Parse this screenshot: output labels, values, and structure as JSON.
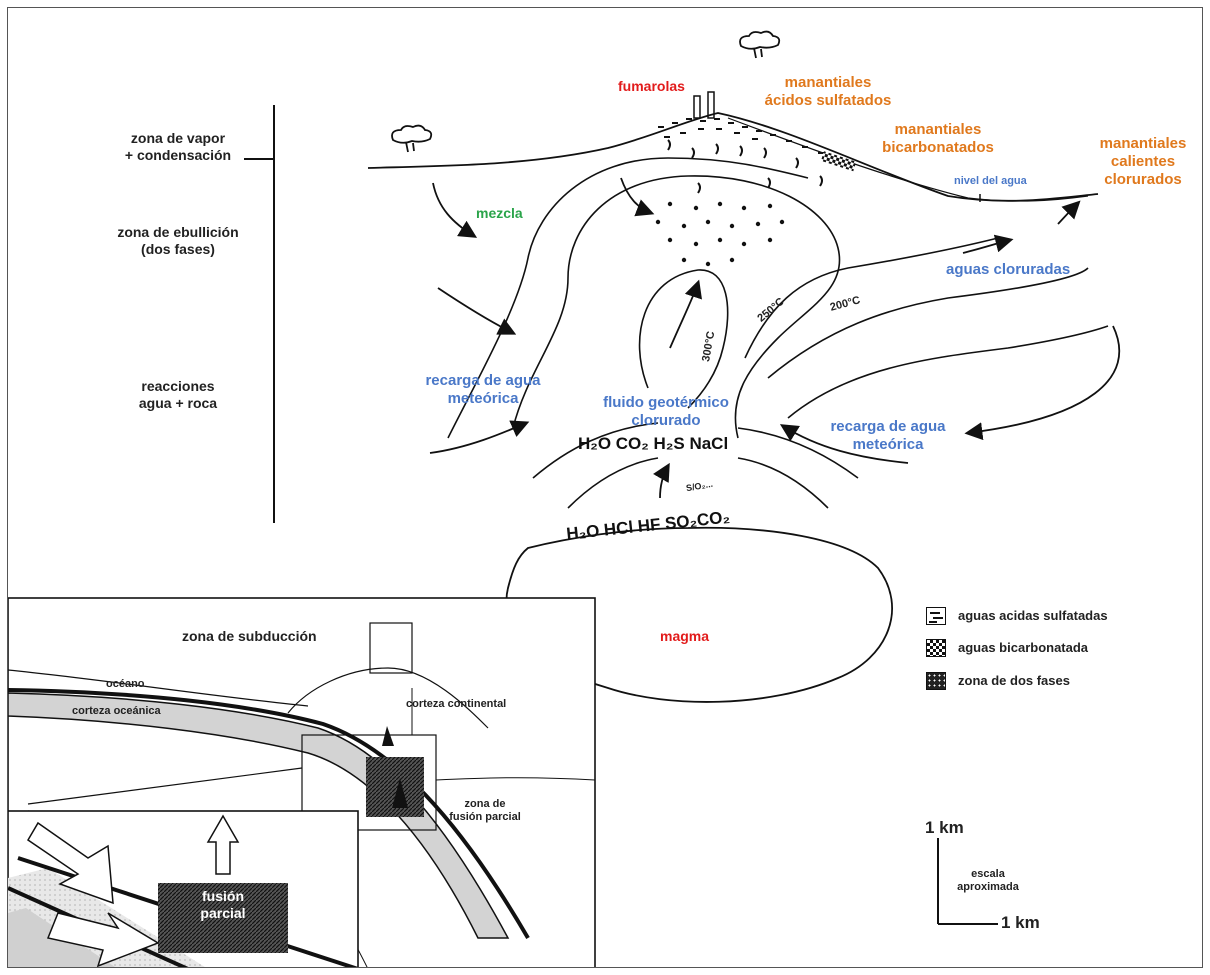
{
  "zones": {
    "vapor": [
      "zona de vapor",
      "+ condensación"
    ],
    "boiling": [
      "zona de ebullición",
      "(dos fases)"
    ],
    "reactions": [
      "reacciones",
      "agua + roca"
    ]
  },
  "surface": {
    "fumarolas": "fumarolas",
    "acid_springs": [
      "manantiales",
      "ácidos sulfatados"
    ],
    "bicarb_springs": [
      "manantiales",
      "bicarbonatados"
    ],
    "hot_springs": [
      "manantiales",
      "calientes",
      "clorurados"
    ],
    "water_level": "nivel del agua"
  },
  "flows": {
    "mezcla": "mezcla",
    "chlorinated": "aguas cloruradas",
    "recharge_left": [
      "recarga de agua",
      "meteórica"
    ],
    "recharge_right": [
      "recarga de agua",
      "meteórica"
    ],
    "geothermal_fluid": [
      "fluido geotérmico",
      "clorurado"
    ]
  },
  "isotherms": [
    "300°C",
    "250°C",
    "200°C"
  ],
  "chemistry": {
    "upper": "H₂O CO₂ H₂S NaCl",
    "lower": "H₂O HCl HF SO₂CO₂",
    "arrow_label": "S/O₂..."
  },
  "magma": "magma",
  "legend": [
    {
      "label": "aguas acidas sulfatadas",
      "pattern": "dashes"
    },
    {
      "label": "aguas bicarbonatada",
      "pattern": "checker"
    },
    {
      "label": "zona de dos fases",
      "pattern": "speckle"
    }
  ],
  "scale": {
    "vertical": "1 km",
    "horizontal": "1 km",
    "caption": [
      "escala",
      "aproximada"
    ]
  },
  "inset": {
    "subduction": "zona de subducción",
    "ocean": "océano",
    "oceanic_crust": "corteza oceánica",
    "continental_crust": "corteza continental",
    "partial_melt_zone": [
      "zona de",
      "fusión parcial"
    ],
    "partial_melt": [
      "fusión",
      "parcial"
    ]
  },
  "colors": {
    "orange": "#e0791d",
    "blue": "#4a78c8",
    "red": "#e21b1b",
    "green": "#2aa44a"
  }
}
